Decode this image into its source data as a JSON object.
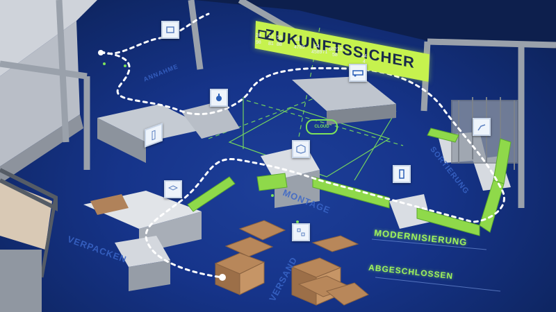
{
  "banner": {
    "title": "ZUKUNFTSSICHER",
    "color": "#c6f24e"
  },
  "data_numbers": [
    "28",
    "17",
    "58",
    "98",
    "81",
    "88",
    "63",
    "4789",
    "54",
    "458971",
    "68210",
    "58",
    "44",
    "4"
  ],
  "floor_labels": {
    "annahme": "ANNAHME",
    "montage": "MONTAGE",
    "versand": "VERSAND",
    "verpacken": "VERPACKEN",
    "sortierung": "SORTIERUNG"
  },
  "cloud": {
    "label": "CLOUD",
    "color": "#7ee35a"
  },
  "status": {
    "line1": "MODERNISIERUNG",
    "line2": "ABGESCHLOSSEN",
    "color": "#9ef25c"
  },
  "icon_cards": [
    {
      "name": "shelf-robot-icon"
    },
    {
      "name": "robot-arm-icon"
    },
    {
      "name": "cutting-machine-icon"
    },
    {
      "name": "conveyor-vehicle-icon"
    },
    {
      "name": "package-box-icon"
    },
    {
      "name": "stacked-boxes-icon"
    },
    {
      "name": "tool-icon"
    },
    {
      "name": "gripper-arm-icon"
    },
    {
      "name": "sorter-tower-icon"
    },
    {
      "name": "boxes-grid-icon"
    }
  ],
  "colors": {
    "floor": "#16348a",
    "accent_green": "#9ef25c",
    "conveyor_green": "#8fd94a",
    "path_dots": "#ffffff",
    "box_brown": "#b8875a"
  }
}
